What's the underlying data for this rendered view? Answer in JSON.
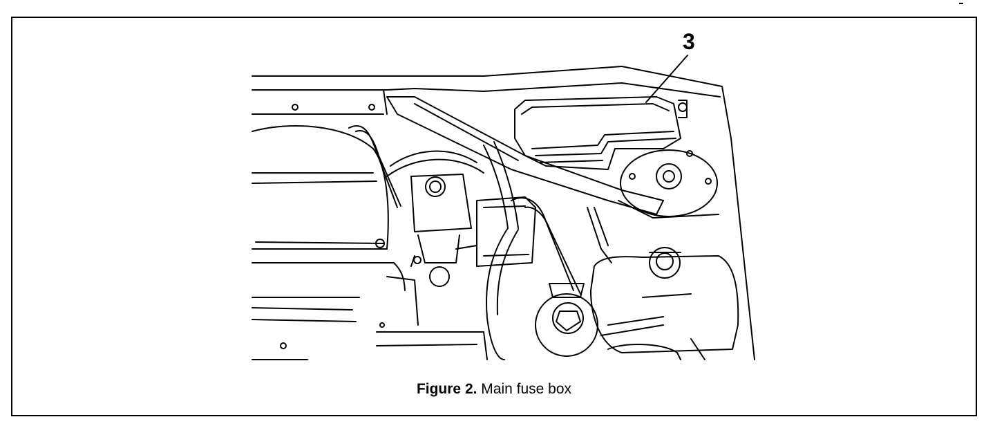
{
  "figure": {
    "callout_number": "3",
    "caption_number": "Figure 2.",
    "caption_text": " Main fuse box",
    "line_color": "#000000",
    "paper_color": "#ffffff"
  }
}
